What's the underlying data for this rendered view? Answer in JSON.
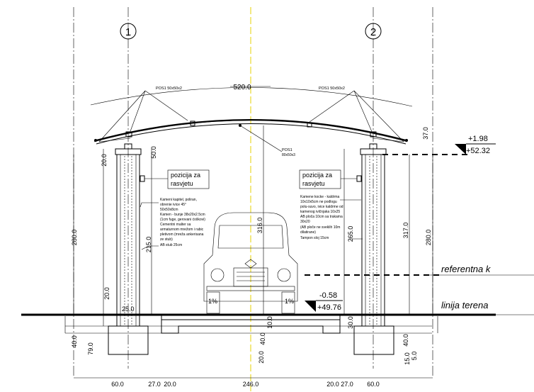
{
  "axes": [
    {
      "label": "1"
    },
    {
      "label": "2"
    }
  ],
  "roof": {
    "span_label": "520.0",
    "pos1_left": "POS1  50x50x2",
    "pos1_right": "POS1  50x50x2",
    "pos1_center": "POS1",
    "pos1_center_sub": "80x50x3"
  },
  "lighting": {
    "left": [
      "pozicija za",
      "rasvjetu"
    ],
    "right": [
      "pozicija za",
      "rasvjetu"
    ]
  },
  "notes": {
    "left": [
      "Kameni kapitel, poliran,",
      "obrenie ivice 45°",
      "50x50x8cm",
      "Kamen - bunje 38x20x2.5cm",
      "(1cm fuge, gerovani ćoškovi)",
      "Cementni malter sa",
      "armaturnom mrežom i rabic",
      "pletivom (mreža ankerisana",
      "ze stub)",
      "AB stub 25cm"
    ],
    "right": [
      "Kamene kocke - kaldrma",
      "10x10x5cm ne podlogu",
      "polu-suvo, ivice kaldrme od",
      "kamenog ivičnjaka 10x25",
      "AB ploča 10cm sa trakama",
      "30x20",
      "(AB ploče ne sveklih 10m",
      "dilatirane)",
      "Tampon sloj 15cm"
    ]
  },
  "levels": {
    "top_rel": "+1.98",
    "top_abs": "+52.32",
    "floor_rel": "-0.58",
    "floor_abs": "+49.76",
    "ref_label": "referentna k",
    "terrain_label": "linija terena"
  },
  "dims": {
    "left_280": "280.0",
    "right_280": "280.0",
    "left_215": "215.0",
    "center_316": "316.0",
    "right_317": "317.0",
    "right_265": "265.0",
    "right_37": "37.0",
    "left_50": "50.0",
    "left_20a": "20.0",
    "left_20b": "20.0",
    "left_25": "25.0",
    "left_40": "40.0",
    "left_79": "79.0",
    "right_30": "30.0",
    "right_40": "40.0",
    "right_5": "5.0",
    "right_15": "15.0",
    "c_10": "10.0",
    "c_40": "40.0",
    "c_20": "20.0",
    "bottom": [
      "60.0",
      "27.0",
      "20.0",
      "246.0",
      "20.0",
      "27.0",
      "60.0"
    ]
  },
  "slopes": {
    "left": "1%",
    "right": "1%"
  }
}
